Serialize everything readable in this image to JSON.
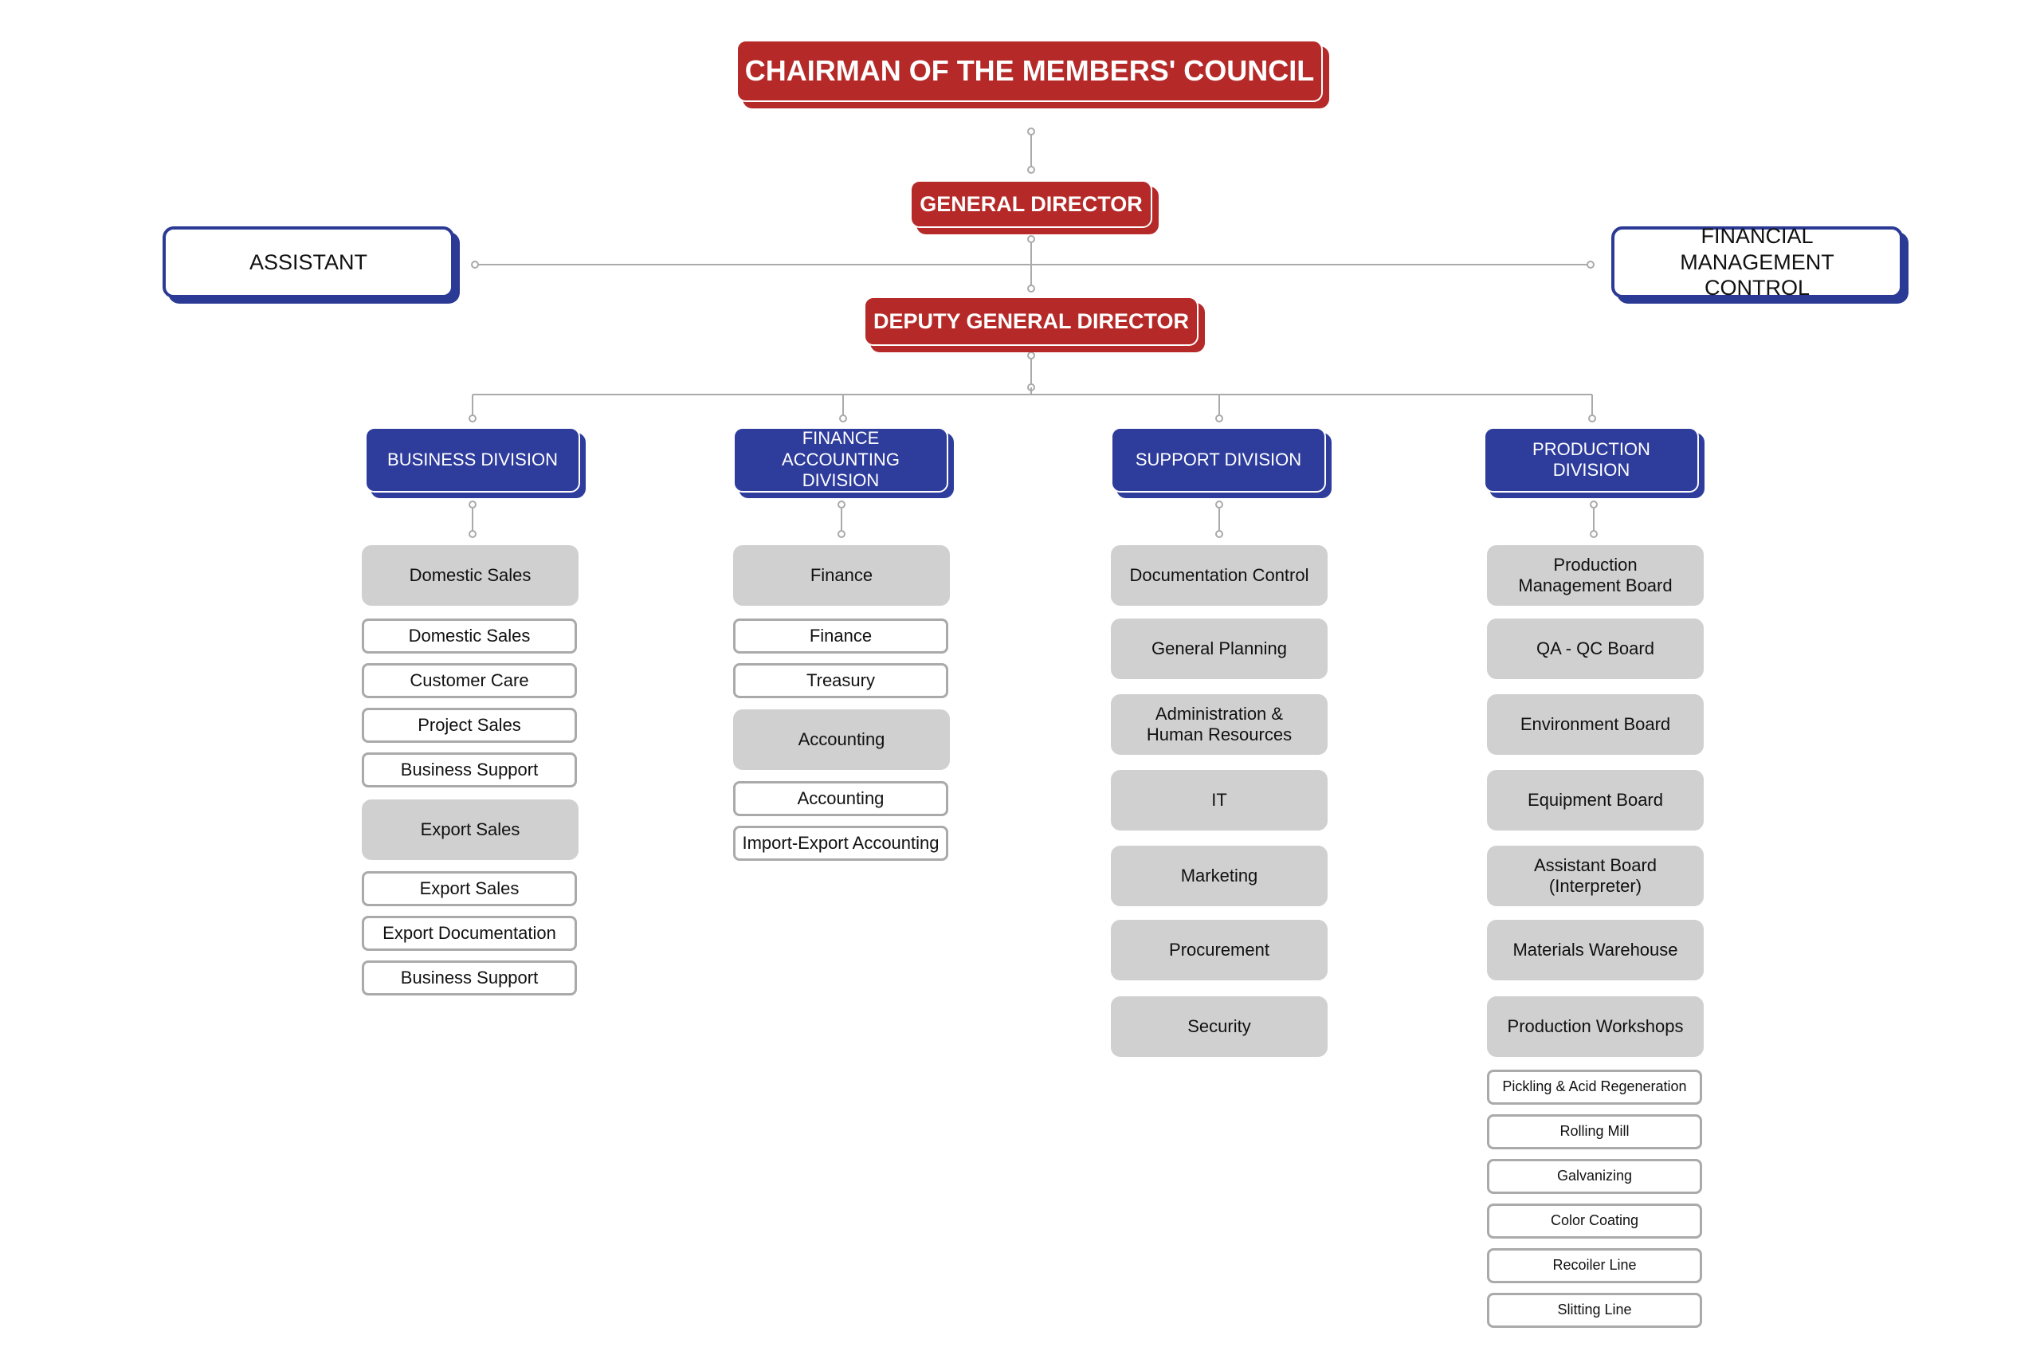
{
  "top": {
    "chairman": "CHAIRMAN OF THE MEMBERS' COUNCIL",
    "general_director": "GENERAL DIRECTOR",
    "deputy_general_director": "DEPUTY GENERAL DIRECTOR",
    "assistant": "ASSISTANT",
    "financial_control": "FINANCIAL MANAGEMENT CONTROL"
  },
  "divisions": {
    "business": {
      "title": "BUSINESS DIVISION",
      "items": [
        "Domestic Sales",
        "Domestic Sales",
        "Customer Care",
        "Project Sales",
        "Business Support",
        "Export Sales",
        "Export Sales",
        "Export Documentation",
        "Business Support"
      ]
    },
    "finance": {
      "title": "FINANCE ACCOUNTING DIVISION",
      "items": [
        "Finance",
        "Finance",
        "Treasury",
        "Accounting",
        "Accounting",
        "Import-Export Accounting"
      ]
    },
    "support": {
      "title": "SUPPORT DIVISION",
      "items": [
        "Documentation Control",
        "General Planning",
        "Administration & Human Resources",
        "IT",
        "Marketing",
        "Procurement",
        "Security"
      ]
    },
    "production": {
      "title": "PRODUCTION DIVISION",
      "items": [
        "Production Management Board",
        "QA - QC Board",
        "Environment Board",
        "Equipment Board",
        "Assistant Board (Interpreter)",
        "Materials Warehouse",
        "Production Workshops",
        "Pickling & Acid Regeneration",
        "Rolling Mill",
        "Galvanizing",
        "Color Coating",
        "Recoiler Line",
        "Slitting Line"
      ]
    }
  },
  "colors": {
    "red": "#b52a28",
    "blue": "#2e3c9c",
    "gray": "#d0d0d0",
    "connector": "#aaaaaa"
  }
}
